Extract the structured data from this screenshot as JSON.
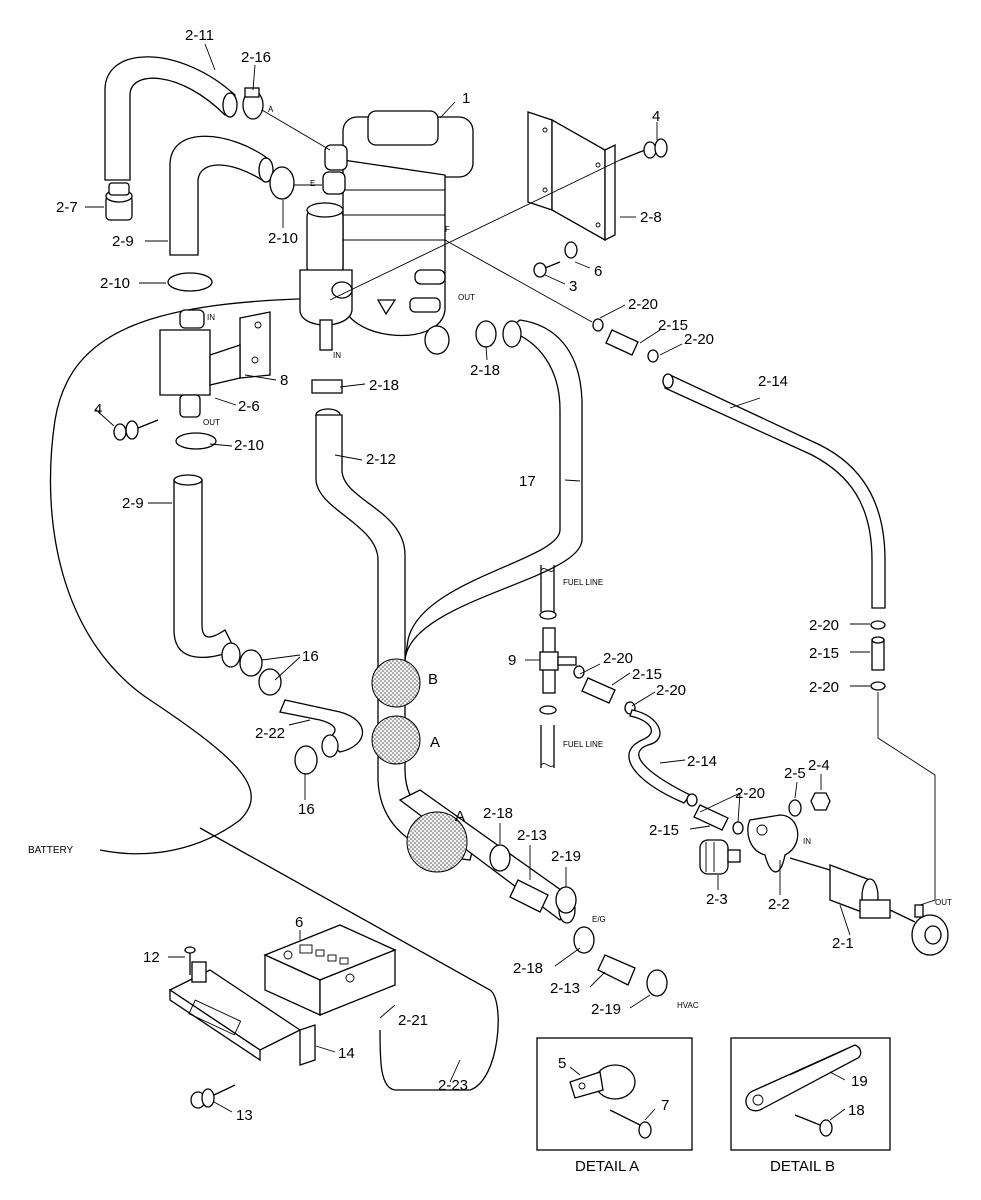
{
  "labels": {
    "p2_11": "2-11",
    "p2_16": "2-16",
    "p1": "1",
    "p4a": "4",
    "p2_7": "2-7",
    "p2_9a": "2-9",
    "p2_10a": "2-10",
    "p2_8": "2-8",
    "p6a": "6",
    "p3": "3",
    "p2_10b": "2-10",
    "p2_20a": "2-20",
    "p2_15a": "2-15",
    "p2_20b": "2-20",
    "p2_14a": "2-14",
    "p8": "8",
    "p2_6": "2-6",
    "p4b": "4",
    "p2_18a": "2-18",
    "p2_18b": "2-18",
    "p2_10c": "2-10",
    "p2_12": "2-12",
    "p17": "17",
    "p2_9b": "2-9",
    "p9": "9",
    "p2_20c": "2-20",
    "p2_15b": "2-15",
    "p2_20d": "2-20",
    "p2_20e": "2-20",
    "p2_15c": "2-15",
    "p2_20f": "2-20",
    "p16a": "16",
    "p2_22": "2-22",
    "p16b": "16",
    "p2_14b": "2-14",
    "p2_5": "2-5",
    "p2_4": "2-4",
    "p2_20g": "2-20",
    "p2_15d": "2-15",
    "p2_18c": "2-18",
    "p2_13a": "2-13",
    "p2_19a": "2-19",
    "p2_3": "2-3",
    "p2_2": "2-2",
    "p2_1": "2-1",
    "p6b": "6",
    "p12": "12",
    "p2_21": "2-21",
    "p2_18d": "2-18",
    "p2_13b": "2-13",
    "p2_19b": "2-19",
    "p14": "14",
    "p13": "13",
    "p2_23": "2-23",
    "p5": "5",
    "p7": "7",
    "p19": "19",
    "p18": "18"
  },
  "marks": {
    "a_small": "A",
    "e_small": "E",
    "f_small": "F",
    "in1": "IN",
    "out1": "OUT",
    "in2": "IN",
    "out2": "OUT",
    "fuel_line1": "FUEL LINE",
    "fuel_line2": "FUEL LINE",
    "in3": "IN",
    "out3": "OUT",
    "eg": "E/G",
    "hvac": "HVAC",
    "battery": "BATTERY",
    "circle_b": "B",
    "circle_a1": "A",
    "circle_a2": "A"
  },
  "details": {
    "detail_a": "DETAIL A",
    "detail_b": "DETAIL B"
  }
}
